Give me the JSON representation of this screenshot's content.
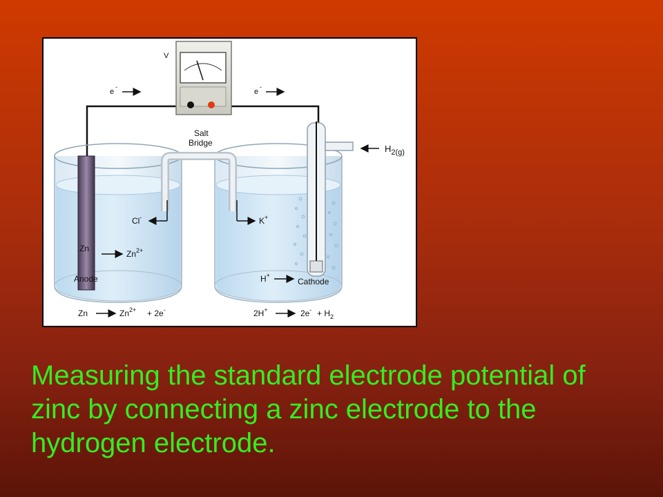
{
  "diagram": {
    "voltmeter_label": "V",
    "electron_left": "e",
    "electron_right": "e",
    "electron_charge": "-",
    "salt_bridge_line1": "Salt",
    "salt_bridge_line2": "Bridge",
    "hydrogen_gas": "H",
    "hydrogen_gas_sub": "2(g)",
    "chloride": "Cl",
    "chloride_charge": "-",
    "potassium": "K",
    "potassium_charge": "+",
    "zinc_electrode": "Zn",
    "zinc_ion": "Zn",
    "zinc_ion_charge": "2+",
    "anode": "Anode",
    "hydrogen_ion": "H",
    "hydrogen_ion_charge": "+",
    "cathode": "Cathode",
    "eq_left_reactant": "Zn",
    "eq_left_product_ion": "Zn",
    "eq_left_product_charge": "2+",
    "eq_left_electrons": "+ 2e",
    "eq_left_electrons_charge": "-",
    "eq_right_reactant": "2H",
    "eq_right_reactant_charge": "+",
    "eq_right_electrons": "2e",
    "eq_right_electrons_charge": "-",
    "eq_right_product": "+ H",
    "eq_right_product_sub": "2"
  },
  "caption": {
    "line1": "Measuring the standard electrode potential of",
    "line2": "zinc by connecting a zinc electrode to the",
    "line3": "hydrogen electrode."
  },
  "colors": {
    "caption": "#33ee22",
    "background_top": "#cf3a00",
    "background_bottom": "#5c1408",
    "solution": "#cfe6f6",
    "wire": "#111111",
    "zinc": "#6d5b7d",
    "terminal_negative": "#111111",
    "terminal_positive": "#e23b10"
  }
}
